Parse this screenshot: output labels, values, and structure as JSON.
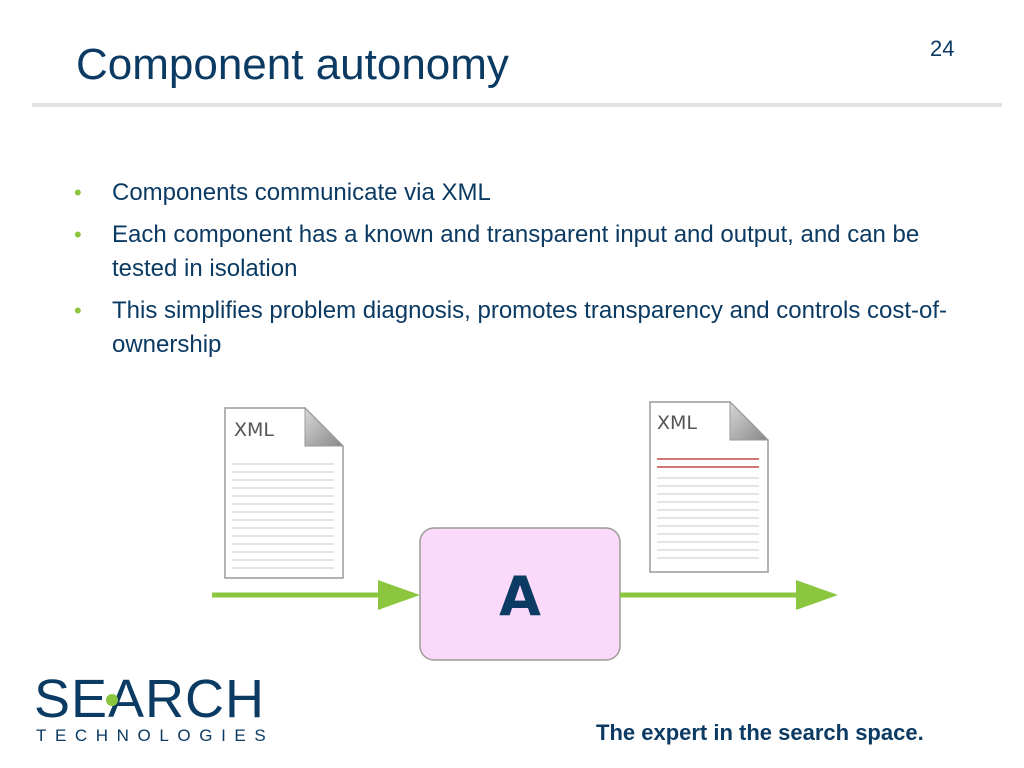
{
  "slide": {
    "title": "Component autonomy",
    "number": "24"
  },
  "bullets": [
    {
      "marker": "•",
      "text": "Components communicate via XML"
    },
    {
      "marker": "•",
      "text": "Each component has a known and transparent input and output, and can be tested in isolation"
    },
    {
      "marker": "•",
      "text": "This simplifies problem diagnosis, promotes transparency and controls cost-of-ownership"
    }
  ],
  "diagram": {
    "input_document_label": "XML",
    "output_document_label": "XML",
    "component_label": "A",
    "colors": {
      "arrow": "#8cc63f",
      "component_fill": "#fbd9fb",
      "component_stroke": "#9a9a9a",
      "output_highlight": "#c74a4a"
    }
  },
  "footer": {
    "logo_word": "SEARCH",
    "logo_subtitle": "TECHNOLOGIES",
    "tagline": "The expert in the search space."
  },
  "colors": {
    "text": "#0b3a63",
    "accent": "#8cc63f",
    "rule": "#e3e3e3"
  }
}
